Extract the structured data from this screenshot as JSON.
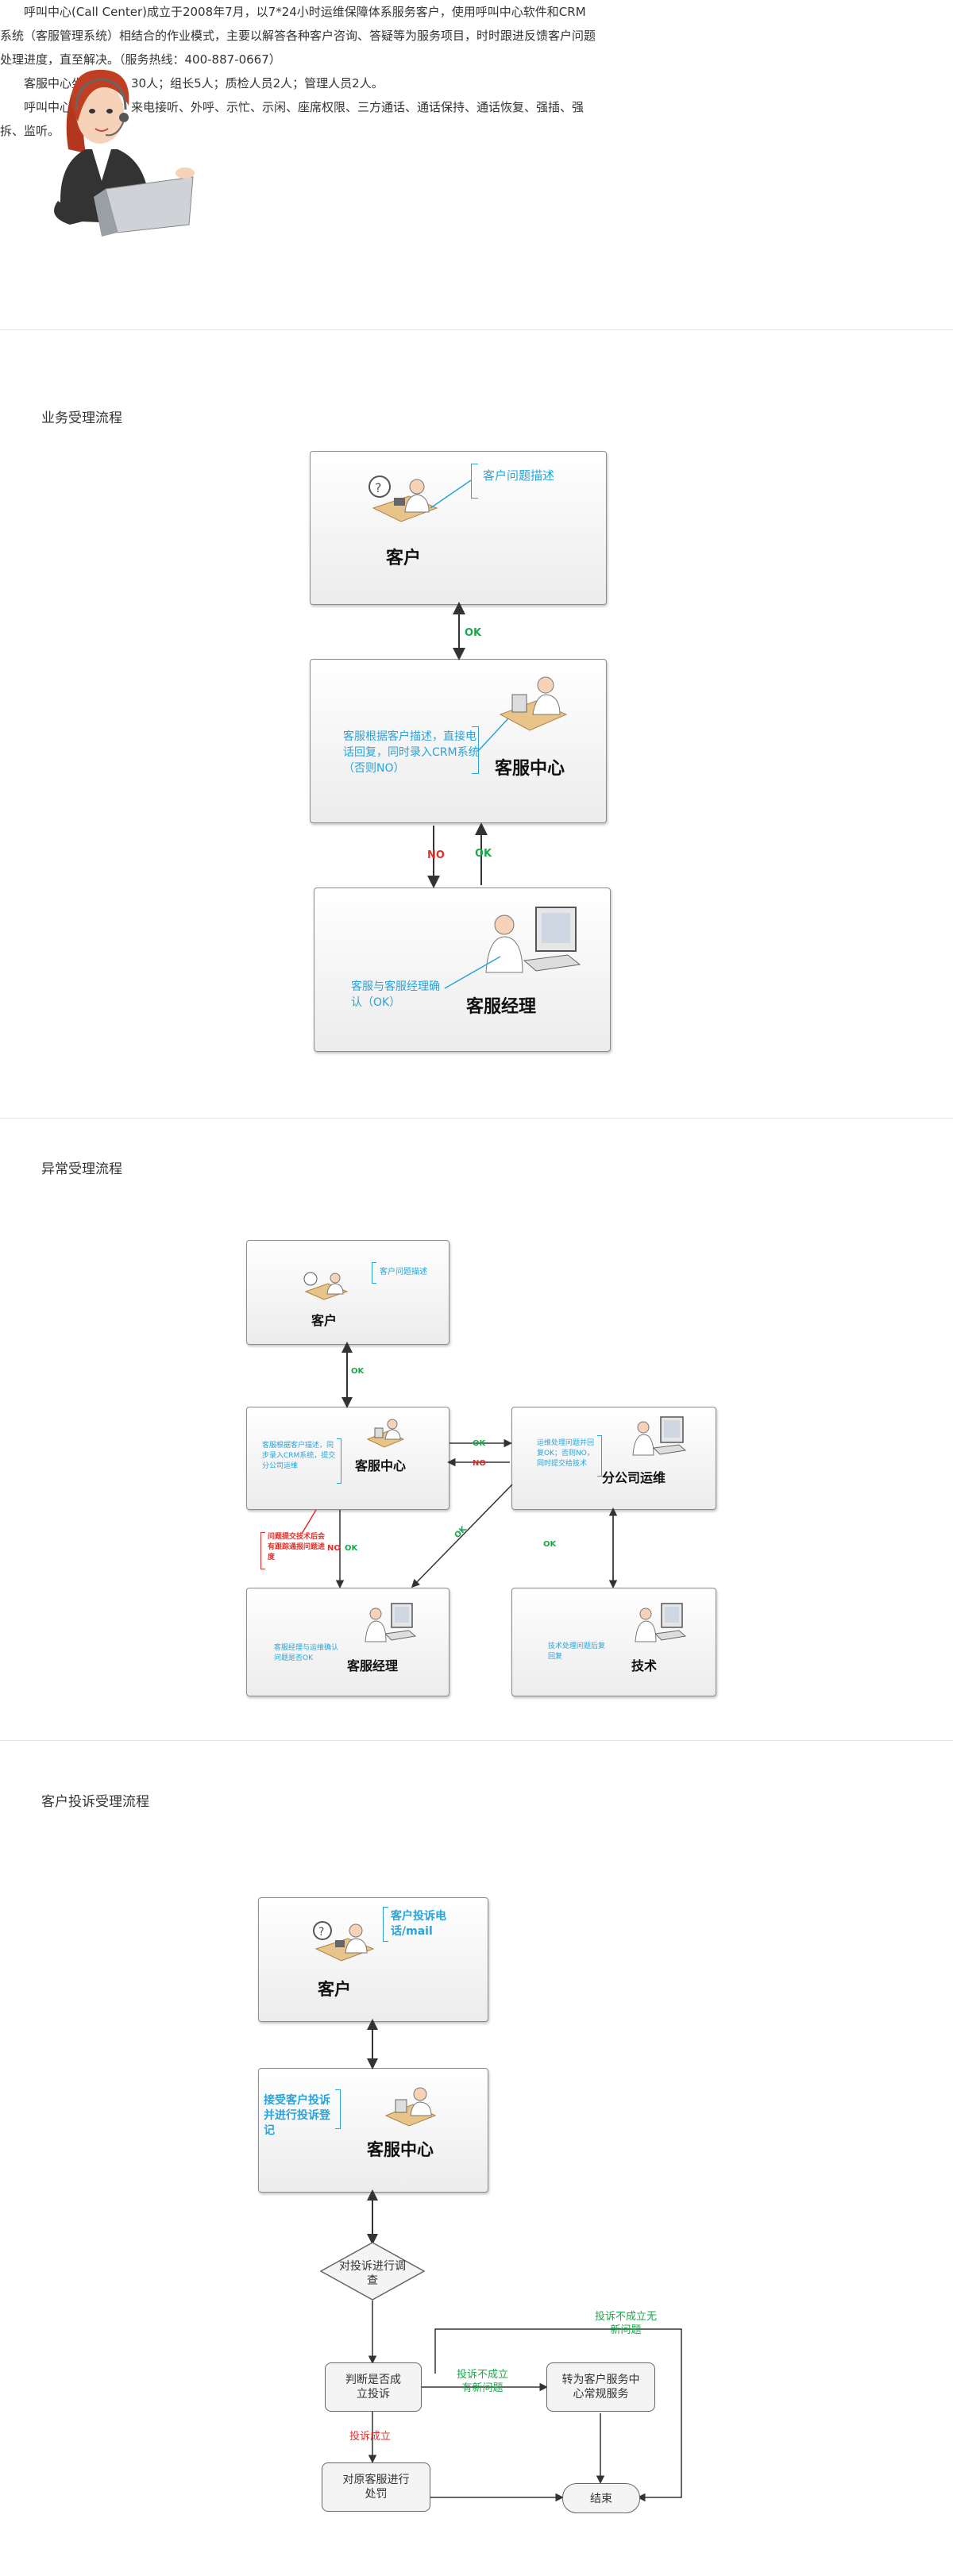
{
  "intro": {
    "p1": "呼叫中心(Call Center)成立于2008年7月，以7*24小时运维保障体系服务客户，使用呼叫中心软件和CRM系统（客服管理系统）相结合的作业模式，主要以解答各种客户咨询、答疑等为服务项目，时时跟进反馈客户问题处理进度，直至解决。（服务热线：400-887-0667）",
    "p2": "客服中心坐席代表：30人；组长5人；质检人员2人；管理人员2人。",
    "p3": "呼叫中心主要功能：来电接听、外呼、示忙、示闲、座席权限、三方通话、通话保持、通话恢复、强插、强拆、监听。"
  },
  "section1": {
    "title": "业务受理流程",
    "customer": "客户",
    "customer_note": "客户问题描述",
    "service": "客服中心",
    "service_note": "客服根据客户描述，直接电话回复，同时录入CRM系统（否则NO）",
    "manager": "客服经理",
    "manager_note": "客服与客服经理确认（OK）",
    "ok1": "OK",
    "no": "NO",
    "ok2": "OK"
  },
  "section2": {
    "title": "异常受理流程",
    "customer": "客户",
    "customer_note": "客户问题描述",
    "service": "客服中心",
    "service_note": "客服根据客户描述，同步录入CRM系统，提交分公司运维",
    "branch": "分公司运维",
    "branch_note": "运维处理问题并回复OK；否则NO，同时提交给技术",
    "manager": "客服经理",
    "manager_note": "客服经理与运维确认问题是否OK",
    "tech": "技术",
    "tech_note": "技术处理问题后复回复",
    "red_note": "问题提交技术后会有跟踪通报问题进度",
    "ok_v": "OK",
    "ok_h": "OK",
    "no_h": "NO",
    "no_v": "NO",
    "ok_v2": "OK",
    "ok_diag": "OK",
    "ok_right": "OK"
  },
  "section3": {
    "title": "客户投诉受理流程",
    "customer": "客户",
    "customer_note": "客户投诉电话/mail",
    "service": "客服中心",
    "service_note": "接受客户投诉并进行投诉登记",
    "investigate": "对投诉进行调查",
    "judge": "判断是否成立投诉",
    "transfer": "转为客户服务中心常规服务",
    "punish": "对原客服进行处罚",
    "end": "结束",
    "no_new": "投诉不成立有新问题",
    "no_none": "投诉不成立无新问题",
    "yes": "投诉成立"
  },
  "colors": {
    "blue": "#29a3d8",
    "green": "#19a94a",
    "red": "#e0302b"
  }
}
